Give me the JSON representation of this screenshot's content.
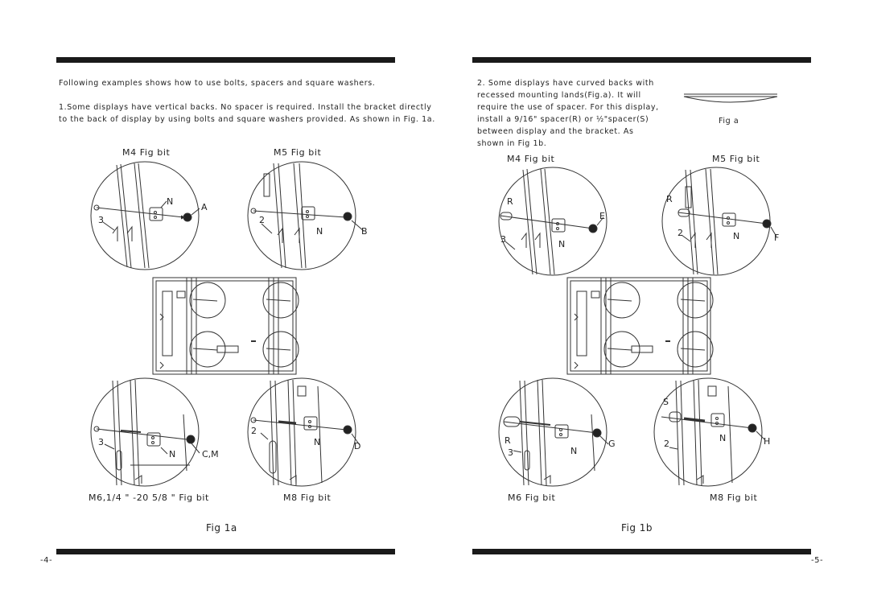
{
  "left_page": {
    "intro": "Following  examples shows how to use bolts, spacers and square washers.",
    "para1_line1": "1.Some displays have vertical backs. No spacer is required. Install the bracket directly",
    "para1_line2": "to the back of display by using bolts and square washers provided.  As shown in Fig. 1a.",
    "label_top_left": "M4  Fig bit",
    "label_top_right": "M5  Fig bit",
    "label_bottom_left": "M6,1/4 \" -20    5/8 \" Fig bit",
    "label_bottom_right": "M8  Fig bit",
    "figure_caption": "Fig  1a",
    "page_number": "-4-",
    "callouts": {
      "tl": [
        "N",
        "A",
        "3"
      ],
      "tr": [
        "2",
        "N",
        "B"
      ],
      "bl": [
        "3",
        "N",
        "C,M"
      ],
      "br": [
        "2",
        "N",
        "D"
      ]
    }
  },
  "right_page": {
    "para2_lines": [
      "2. Some displays have curved backs with",
      "recessed mounting lands(Fig.a).  It will",
      "require the use of spacer. For this display,",
      "install a 9/16\" spacer(R)  or  ½\"spacer(S)",
      "between display and  the bracket. As",
      "shown in Fig 1b."
    ],
    "fig_a_caption": "Fig  a",
    "label_top_left": "M4  Fig bit",
    "label_top_right": "M5  Fig bit",
    "label_bottom_left": "M6  Fig bit",
    "label_bottom_right": "M8  Fig bit",
    "figure_caption": "Fig    1b",
    "page_number": "-5-",
    "callouts": {
      "tl": [
        "R",
        "E",
        "3",
        "N"
      ],
      "tr": [
        "R",
        "2",
        "N",
        "F"
      ],
      "bl": [
        "R",
        "3",
        "N",
        "G"
      ],
      "br": [
        "S",
        "2",
        "N",
        "H"
      ]
    }
  }
}
